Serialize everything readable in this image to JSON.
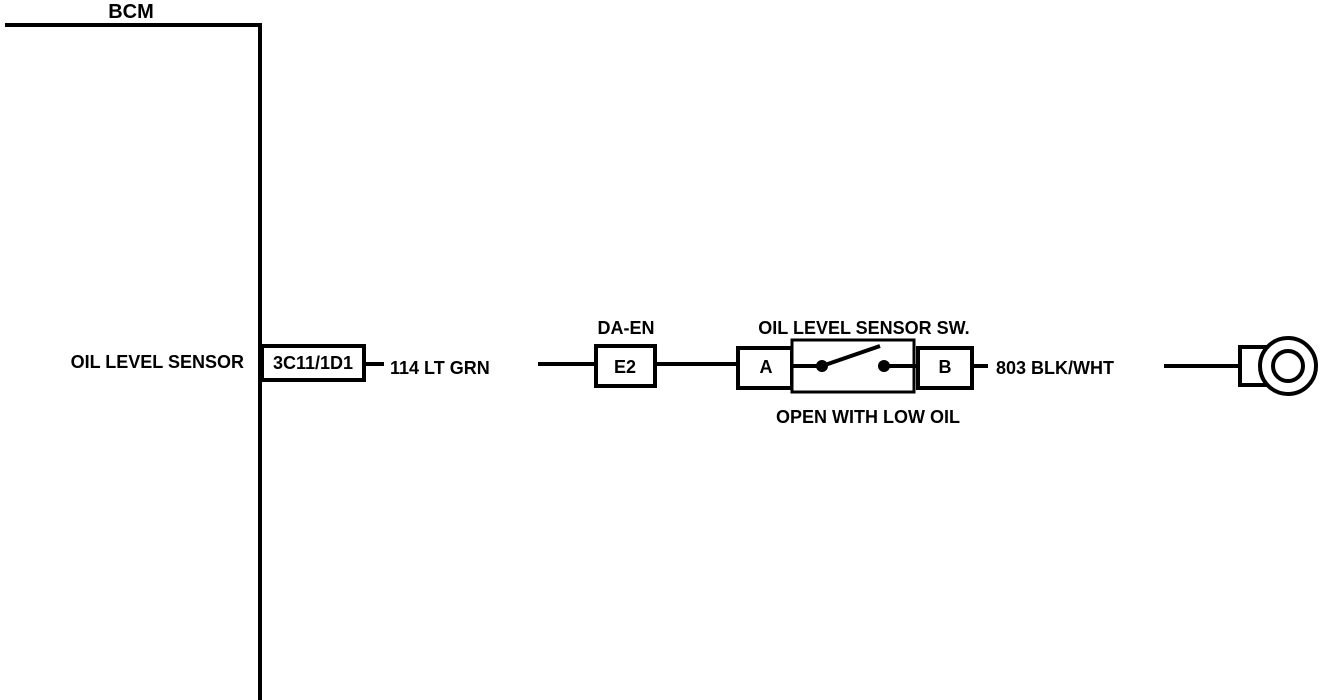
{
  "module": {
    "name": "BCM"
  },
  "circuit": {
    "function_label": "OIL LEVEL SENSOR",
    "bcm_connector": "3C11/1D1",
    "wire_in": "114 LT GRN",
    "inline_connector": {
      "name": "DA-EN",
      "pin": "E2"
    },
    "sensor": {
      "name": "OIL LEVEL SENSOR SW.",
      "pin_a": "A",
      "pin_b": "B",
      "note": "OPEN WITH LOW OIL",
      "switch_state": "open"
    },
    "wire_out": "803 BLK/WHT",
    "ground_symbol": "ground-icon"
  }
}
